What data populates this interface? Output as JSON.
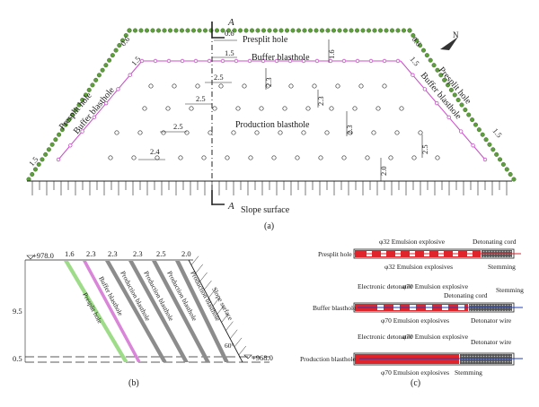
{
  "panel_a": {
    "caption": "(a)",
    "section_label": "A",
    "slope_surface": "Slope surface",
    "presplit_hole": "Presplit hole",
    "buffer_blasthole": "Buffer blasthole",
    "production_blasthole": "Production blasthole",
    "north_label": "N",
    "dims": {
      "top_presplit": "0.6",
      "top_buffer": "1.5",
      "left_presplit": "0.6",
      "left_buffer": "1.5",
      "right_presplit": "0.6",
      "right_buffer": "1.5",
      "top_v": "1.6",
      "row_v1": "2.3",
      "row_v2": "2.3",
      "row_v3": "2.3",
      "right_v": "2.5",
      "bottom_v": "2.0",
      "spacing_1": "2.5",
      "spacing_2": "2.5",
      "spacing_3": "2.5",
      "spacing_4": "2.4",
      "left_bottom": "1.5",
      "right_bottom": "1.5"
    },
    "colors": {
      "presplit": "#5f9e3c",
      "buffer": "#c84fc8",
      "production": "#333333"
    }
  },
  "panel_b": {
    "caption": "(b)",
    "top_level": "+978.0",
    "bottom_level": "+968.0",
    "height_dim": "9.5",
    "bottom_dim": "0.5",
    "spacings": [
      "1.6",
      "2.3",
      "2.3",
      "2.3",
      "2.5",
      "2.0"
    ],
    "hole_labels": [
      "Presplit hole",
      "Buffer blasthole",
      "Production blasthole",
      "Production blasthole",
      "Production blasthole",
      "Production blasthole"
    ],
    "slope_label": "Slope surface",
    "angle_label": "60°",
    "colors": [
      "#9fdc8a",
      "#d986d9",
      "#8c8c8c",
      "#8c8c8c",
      "#8c8c8c",
      "#8c8c8c"
    ]
  },
  "panel_c": {
    "caption": "(c)",
    "presplit": {
      "name": "Presplit hole",
      "top_label": "φ32 Emulsion explosive",
      "bottom_label": "φ32 Emulsion explosives",
      "cord_label": "Detonating cord",
      "stemming_label": "Stemming"
    },
    "buffer": {
      "name": "Buffer blasthole",
      "det_label": "Electronic detonator",
      "exp_label": "φ70 Emulsion explosive",
      "cord_label": "Detonating cord",
      "stemming_label": "Stemming",
      "bottom_label": "φ70 Emulsion explosives",
      "wire_label": "Detonator wire"
    },
    "production": {
      "name": "Production blasthole",
      "det_label": "Electronic detonator",
      "exp_label": "φ70 Emulsion explosive",
      "wire_label": "Detonator wire",
      "bottom_label": "φ70 Emulsion explosives",
      "stemming_label": "Stemming"
    },
    "colors": {
      "explosive": "#e0242b",
      "cord": "#1f3fbf"
    }
  }
}
